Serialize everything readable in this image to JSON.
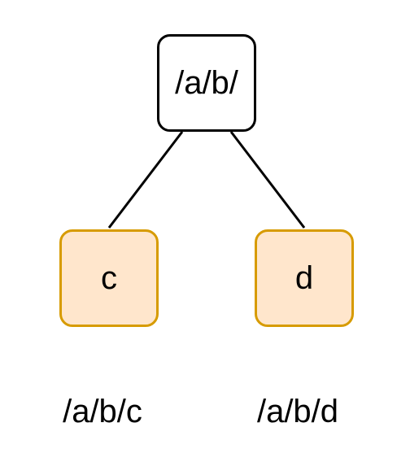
{
  "colors": {
    "root_border": "#000000",
    "root_fill": "#ffffff",
    "child_border": "#d79b00",
    "child_fill": "#ffe6cc",
    "edge": "#000000",
    "text": "#000000"
  },
  "tree": {
    "root": {
      "label": "/a/b/"
    },
    "children": [
      {
        "label": "c",
        "path": "/a/b/c"
      },
      {
        "label": "d",
        "path": "/a/b/d"
      }
    ]
  }
}
